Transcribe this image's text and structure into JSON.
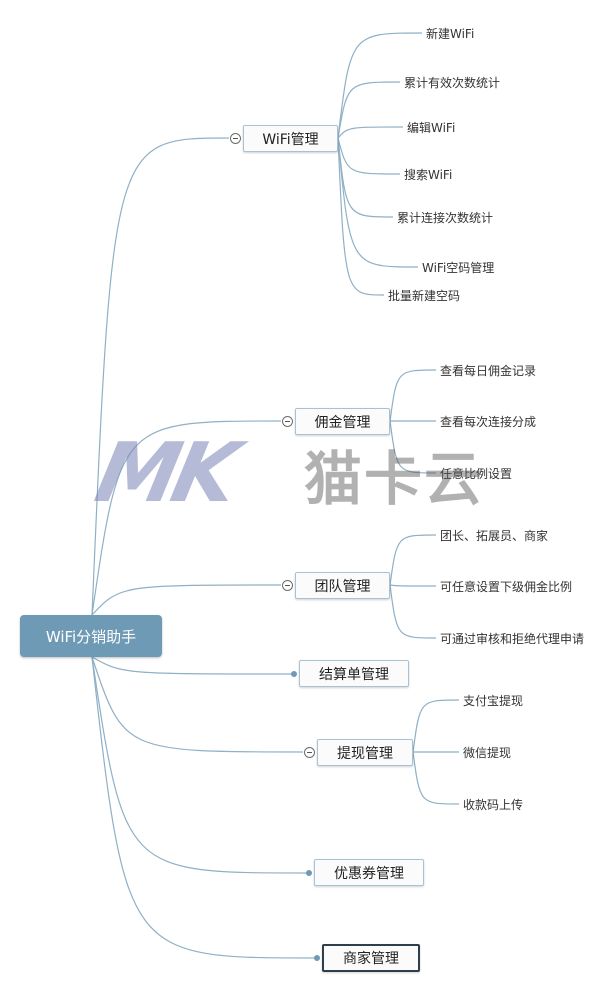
{
  "mindmap": {
    "root": "WiFi分销助手",
    "branches": [
      {
        "id": "wifi",
        "label": "WiFi管理",
        "collapsible": true,
        "children": [
          "新建WiFi",
          "累计有效次数统计",
          "编辑WiFi",
          "搜索WiFi",
          "累计连接次数统计",
          "WiFi空码管理",
          "批量新建空码"
        ]
      },
      {
        "id": "commission",
        "label": "佣金管理",
        "collapsible": true,
        "children": [
          "查看每日佣金记录",
          "查看每次连接分成",
          "任意比例设置"
        ]
      },
      {
        "id": "team",
        "label": "团队管理",
        "collapsible": true,
        "children": [
          "团长、拓展员、商家",
          "可任意设置下级佣金比例",
          "可通过审核和拒绝代理申请"
        ]
      },
      {
        "id": "settlement",
        "label": "结算单管理",
        "collapsible": false,
        "children": []
      },
      {
        "id": "withdraw",
        "label": "提现管理",
        "collapsible": true,
        "children": [
          "支付宝提现",
          "微信提现",
          "收款码上传"
        ]
      },
      {
        "id": "coupon",
        "label": "优惠券管理",
        "collapsible": false,
        "children": []
      },
      {
        "id": "merchant",
        "label": "商家管理",
        "collapsible": false,
        "children": []
      }
    ]
  },
  "watermark": {
    "logo": "MK",
    "text": "猫卡云"
  },
  "colors": {
    "root_fill": "#6f9ab6",
    "line": "#8fb0c6",
    "border": "#a9c2d3"
  }
}
